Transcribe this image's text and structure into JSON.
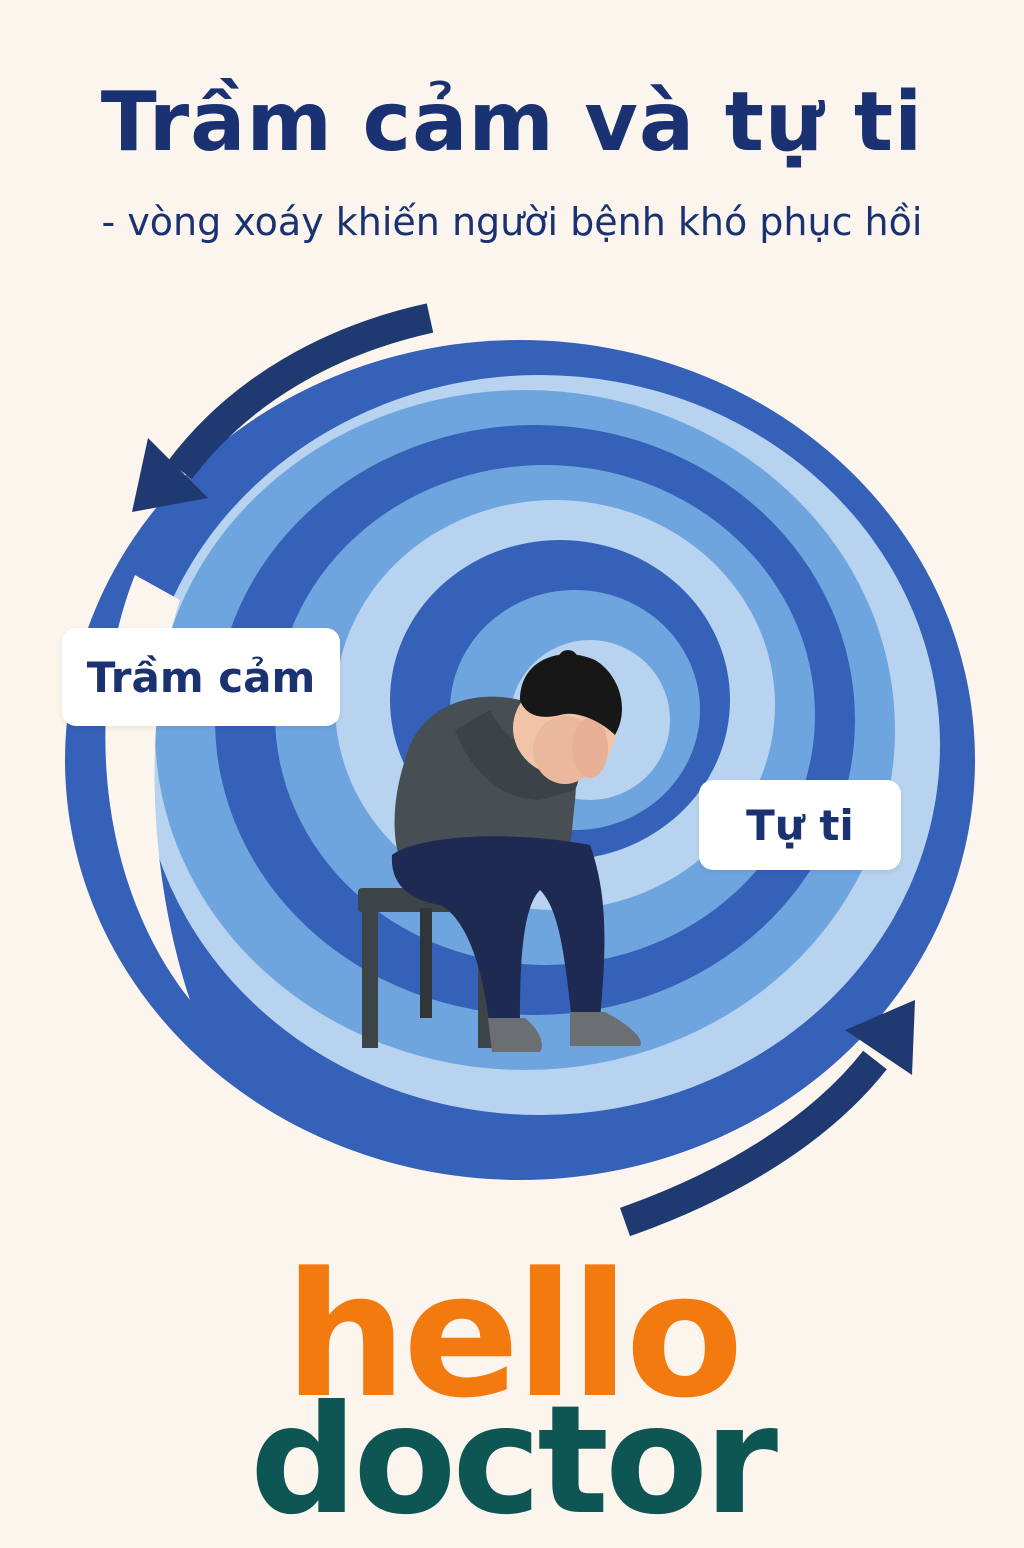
{
  "header": {
    "title": "Trầm cảm và tự ti",
    "subtitle": "- vòng xoáy khiến người bệnh khó phục hồi"
  },
  "labels": {
    "depression": "Trầm cảm",
    "self_doubt": "Tự ti"
  },
  "logo": {
    "line1": "hello",
    "line2": "doctor"
  },
  "colors": {
    "background": "#fcf5ee",
    "title": "#1a3272",
    "arrow": "#1e3a70",
    "spiral_dark": "#3562b8",
    "spiral_mid": "#6fa5df",
    "spiral_light": "#b7d3ef",
    "logo_hello": "#f27a0f",
    "logo_doctor": "#0e5654"
  },
  "icons": {
    "arrow_top": "curved-arrow-counterclockwise-icon",
    "arrow_bottom": "curved-arrow-up-right-icon"
  }
}
